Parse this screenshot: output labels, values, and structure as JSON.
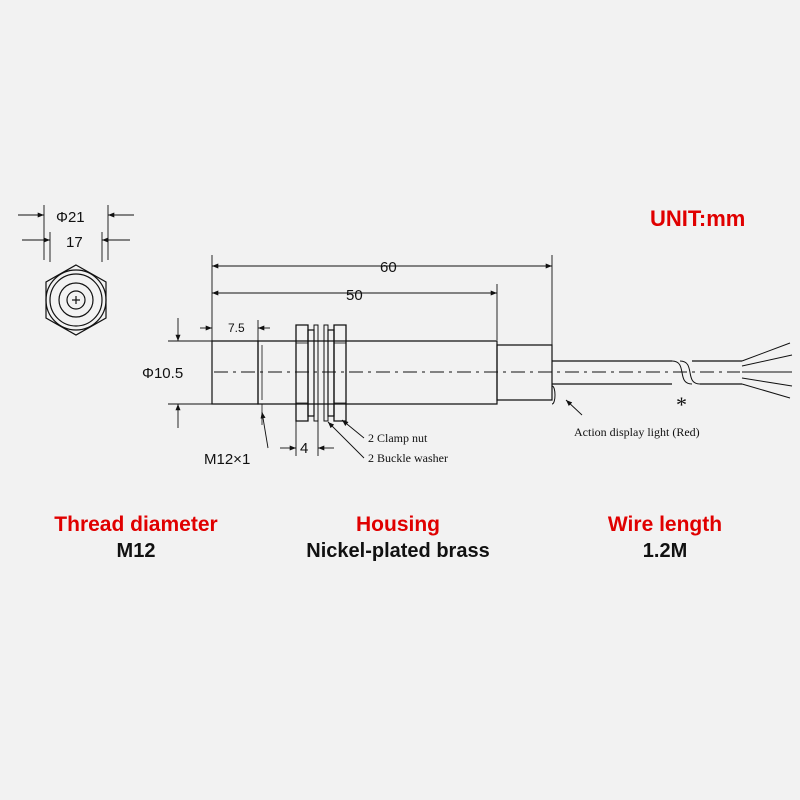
{
  "unit_label": "UNIT:mm",
  "dimensions": {
    "outer_diameter": "Φ21",
    "inner_width": "17",
    "total_length": "60",
    "housing_length": "50",
    "head_length": "7.5",
    "sensing_diameter": "Φ10.5",
    "thread": "M12×1",
    "nut_width": "4"
  },
  "annotations": {
    "clamp_nut": "2 Clamp nut",
    "buckle_washer": "2 Buckle washer",
    "indicator": "Action display light (Red)",
    "asterisk": "*"
  },
  "specs": [
    {
      "label": "Thread diameter",
      "value": "M12"
    },
    {
      "label": "Housing",
      "value": "Nickel-plated brass"
    },
    {
      "label": "Wire length",
      "value": "1.2M"
    }
  ],
  "colors": {
    "label": "#e00000",
    "text": "#111111",
    "background": "#f2f2f2"
  }
}
